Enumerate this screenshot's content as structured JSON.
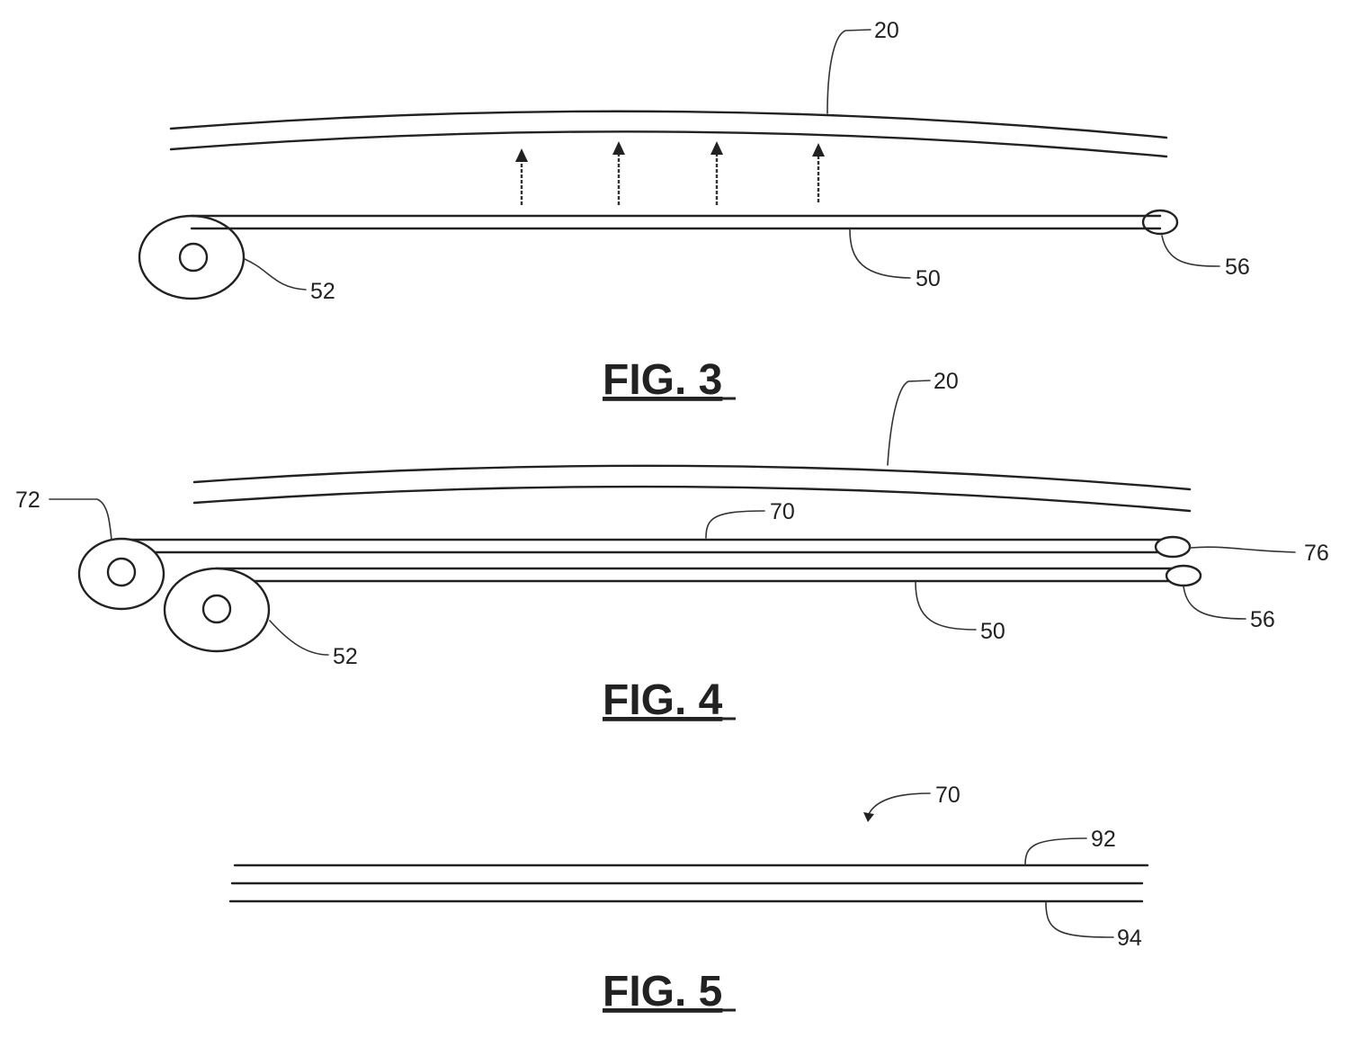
{
  "figures": [
    {
      "id": "fig3",
      "title": "FIG. 3",
      "labels": {
        "panel": "20",
        "carrier_film": "50",
        "supply_roll": "52",
        "take_up_roller": "56"
      }
    },
    {
      "id": "fig4",
      "title": "FIG. 4",
      "labels": {
        "panel": "20",
        "upper_film": "70",
        "upper_roll": "72",
        "upper_roller": "76",
        "carrier_film": "50",
        "supply_roll": "52",
        "lower_roller": "56"
      }
    },
    {
      "id": "fig5",
      "title": "FIG. 5",
      "labels": {
        "assembly": "70",
        "upper_layer": "92",
        "lower_layer": "94"
      }
    }
  ]
}
